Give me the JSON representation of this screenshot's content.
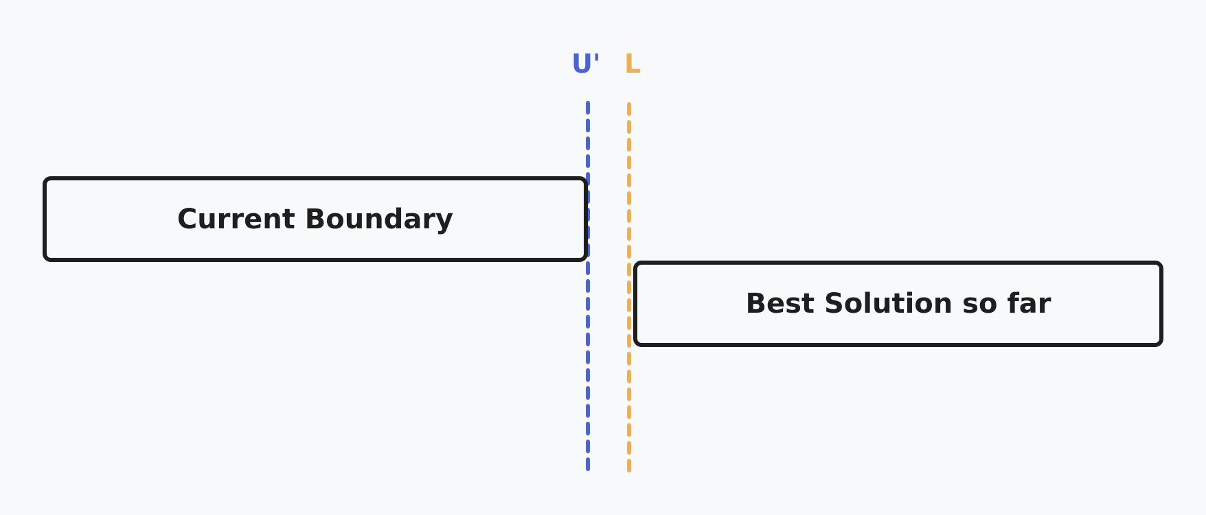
{
  "labels": {
    "u_prime": "U'",
    "l": "L"
  },
  "boxes": {
    "current": "Current Boundary",
    "best": "Best Solution so far"
  },
  "colors": {
    "u_prime": "#4a63d6",
    "l": "#efb055",
    "stroke": "#1e1e1e",
    "background": "#f8f9fa"
  }
}
